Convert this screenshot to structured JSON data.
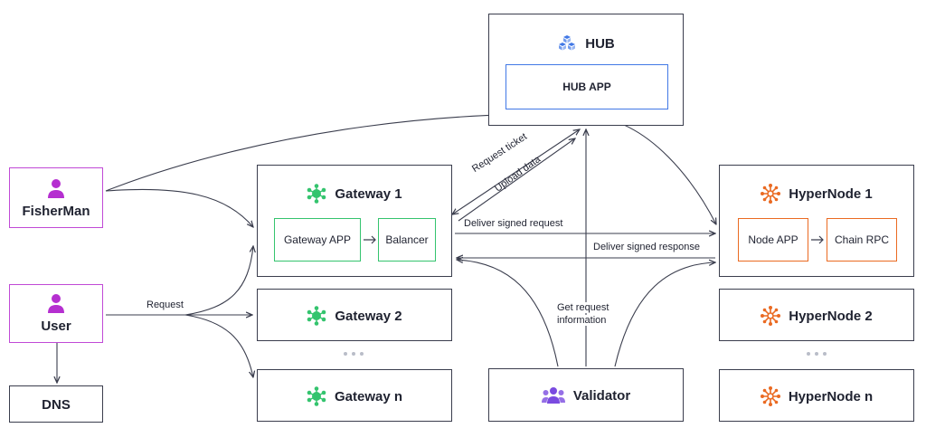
{
  "actors": {
    "fisherman": "FisherMan",
    "user": "User",
    "dns": "DNS",
    "validator": "Validator"
  },
  "hub": {
    "title": "HUB",
    "app": "HUB APP"
  },
  "gateways": {
    "g1": {
      "title": "Gateway 1",
      "app": "Gateway APP",
      "balancer": "Balancer"
    },
    "g2": {
      "title": "Gateway 2"
    },
    "gn": {
      "title": "Gateway n"
    }
  },
  "hypernodes": {
    "h1": {
      "title": "HyperNode 1",
      "app": "Node APP",
      "rpc": "Chain RPC"
    },
    "h2": {
      "title": "HyperNode 2"
    },
    "hn": {
      "title": "HyperNode n"
    }
  },
  "edges": {
    "request": "Request",
    "request_ticket": "Request ticket",
    "upload_data": "Upload data",
    "deliver_signed_request": "Deliver signed request",
    "deliver_signed_response": "Deliver signed response",
    "get_request_line1": "Get request",
    "get_request_line2": "information"
  },
  "icons": {
    "person": "person-icon",
    "people": "people-icon",
    "hub": "cubes-icon",
    "gateway": "gateway-network-icon",
    "hypernode": "hypernode-network-icon"
  },
  "colors": {
    "actor_border": "#c04ad6",
    "person_icon": "#b52fd0",
    "validator_icon": "#7a4be0",
    "gateway_accent": "#34c46e",
    "hypernode_accent": "#ea6a22",
    "hub_accent": "#4178e6",
    "line": "#3a3d4d"
  }
}
